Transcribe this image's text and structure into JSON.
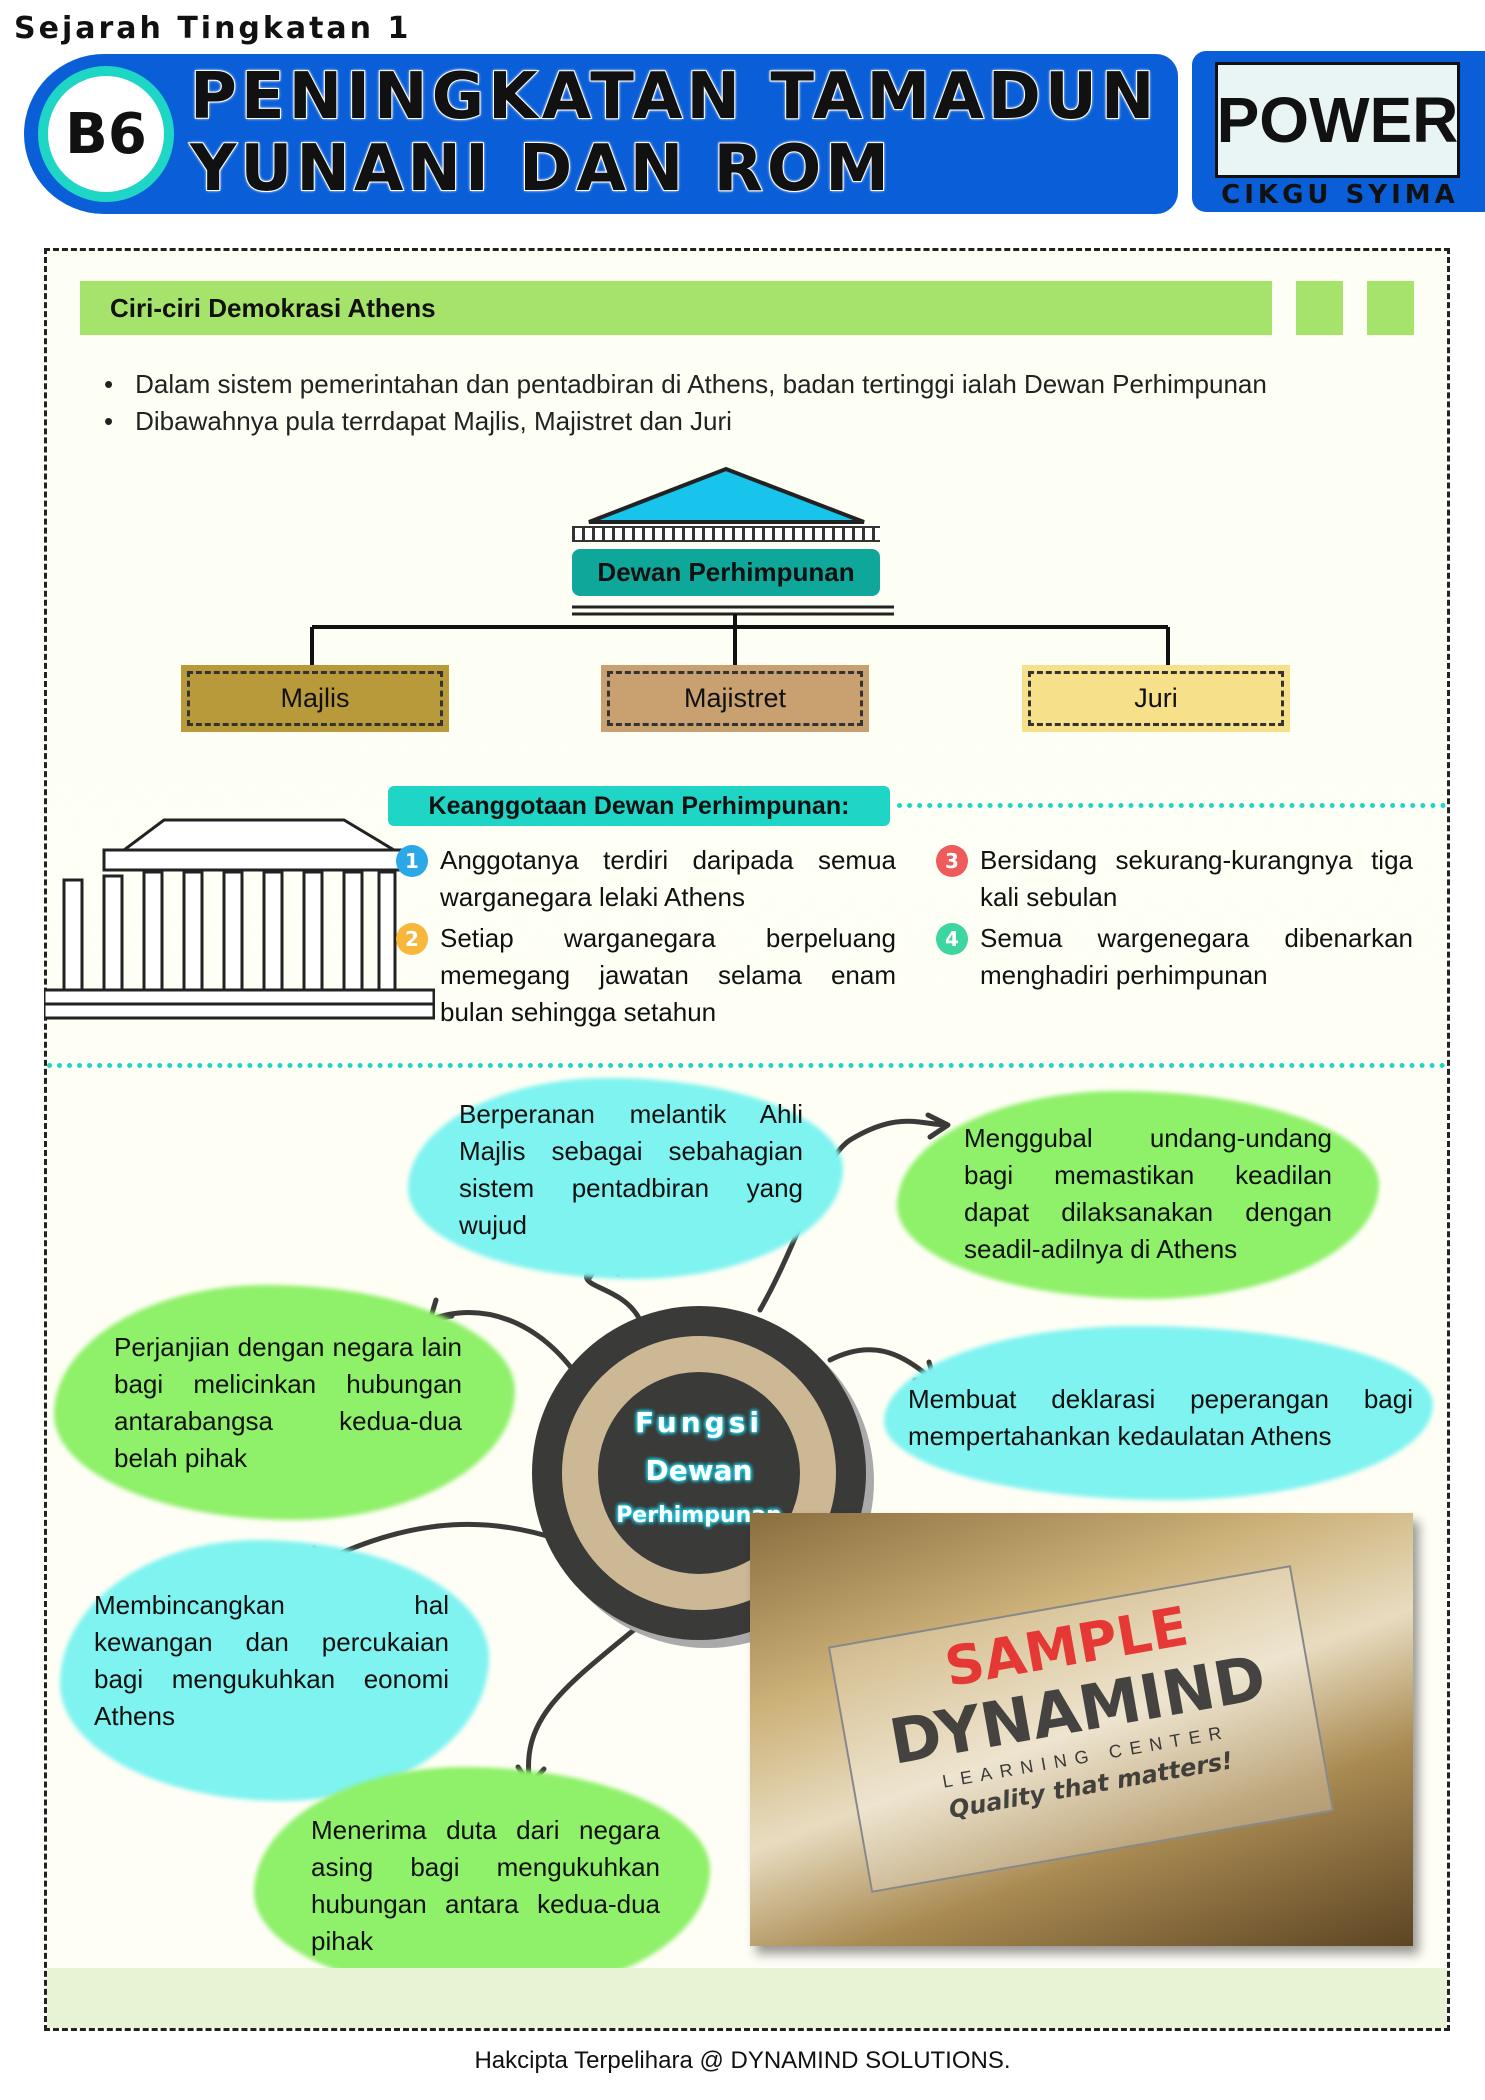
{
  "header": {
    "subject": "Sejarah Tingkatan 1",
    "badge": "B6",
    "title_line1": "PENINGKATAN TAMADUN",
    "title_line2": "YUNANI DAN ROM",
    "logo_text": "POWER",
    "logo_subtitle": "CIKGU SYIMA"
  },
  "section": {
    "title": "Ciri-ciri Demokrasi Athens",
    "bullets": [
      "Dalam sistem pemerintahan dan pentadbiran di Athens, badan tertinggi ialah Dewan Perhimpunan",
      "Dibawahnya pula terrdapat Majlis, Majistret dan Juri"
    ]
  },
  "structure": {
    "top": "Dewan Perhimpunan",
    "children": [
      {
        "label": "Majlis",
        "color": "#b89a3a"
      },
      {
        "label": "Majistret",
        "color": "#c9a070"
      },
      {
        "label": "Juri",
        "color": "#f7e08a"
      }
    ]
  },
  "membership": {
    "title": "Keanggotaan Dewan Perhimpunan:",
    "items": [
      {
        "n": "1",
        "text": "Anggotanya terdiri daripada semua warganegara lelaki Athens",
        "color": "#2aa8e8"
      },
      {
        "n": "2",
        "text": "Setiap warganegara berpeluang memegang jawatan selama enam bulan sehingga setahun",
        "color": "#f6b73c"
      },
      {
        "n": "3",
        "text": "Bersidang sekurang-kurangnya tiga kali sebulan",
        "color": "#ef5a5a"
      },
      {
        "n": "4",
        "text": "Semua wargenegara dibenarkan menghadiri perhimpunan",
        "color": "#3ed6a0"
      }
    ]
  },
  "functions": {
    "center_top": "Fungsi",
    "center_mid": "Dewan",
    "center_bottom": "Perhimpunan",
    "items": [
      "Berperanan melantik Ahli Majlis sebagai sebahagian sistem pentadbiran yang wujud",
      "Menggubal undang-undang bagi memastikan keadilan dapat dilaksanakan dengan seadil-adilnya di Athens",
      "Perjanjian dengan negara lain bagi melicinkan hubungan antarabangsa kedua-dua belah pihak",
      "Membuat deklarasi peperangan bagi mempertahankan kedaulatan Athens",
      "Membincangkan hal kewangan dan percukaian bagi mengukuhkan eonomi Athens",
      "Menerima duta dari negara asing bagi mengukuhkan hubungan antara kedua-dua pihak"
    ]
  },
  "watermark": {
    "sample": "SAMPLE",
    "brand": "DYNAMIND",
    "sub": "LEARNING CENTER",
    "tagline": "Quality that matters!"
  },
  "colors": {
    "banner": "#0a5fd9",
    "accent_teal": "#1fd6c6",
    "accent_green": "#a6e36a",
    "bubble_green": "#8ff06a",
    "bubble_cyan": "#7ff3f0"
  },
  "footer": "Hakcipta Terpelihara @ DYNAMIND SOLUTIONS."
}
